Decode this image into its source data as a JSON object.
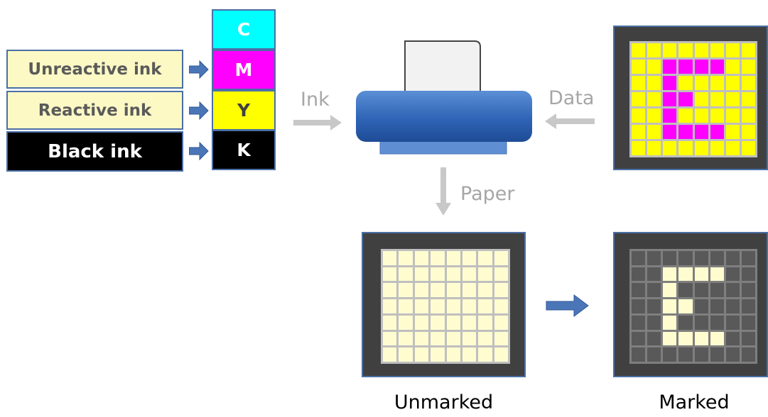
{
  "inks": [
    {
      "label": "Unreactive ink",
      "style": "light"
    },
    {
      "label": "Reactive ink",
      "style": "light"
    },
    {
      "label": "Black ink",
      "style": "dark"
    }
  ],
  "cmyk": [
    {
      "label": "C",
      "bg": "#00ffff",
      "fg": "#ffffff"
    },
    {
      "label": "M",
      "bg": "#ff00ff",
      "fg": "#ffffff"
    },
    {
      "label": "Y",
      "bg": "#ffff00",
      "fg": "#404040"
    },
    {
      "label": "K",
      "bg": "#000000",
      "fg": "#ffffff"
    }
  ],
  "flow_labels": {
    "ink": "Ink",
    "data": "Data",
    "paper": "Paper"
  },
  "captions": {
    "unmarked": "Unmarked",
    "marked": "Marked"
  },
  "colors": {
    "accent_blue": "#4a76b8",
    "arrow_gray": "#c8c8c8",
    "panel_bg": "#404040",
    "data_cell": "#ffff00",
    "data_mark": "#ff00ff",
    "paper_cell": "#fffdd0",
    "marked_off": "#595959",
    "marked_on": "#fffdd0"
  },
  "letter_pattern": [
    [
      0,
      0,
      0,
      0,
      0,
      0,
      0,
      0
    ],
    [
      0,
      0,
      1,
      1,
      1,
      1,
      0,
      0
    ],
    [
      0,
      0,
      1,
      0,
      0,
      0,
      0,
      0
    ],
    [
      0,
      0,
      1,
      1,
      0,
      0,
      0,
      0
    ],
    [
      0,
      0,
      1,
      0,
      0,
      0,
      0,
      0
    ],
    [
      0,
      0,
      1,
      1,
      1,
      1,
      0,
      0
    ],
    [
      0,
      0,
      0,
      0,
      0,
      0,
      0,
      0
    ]
  ]
}
